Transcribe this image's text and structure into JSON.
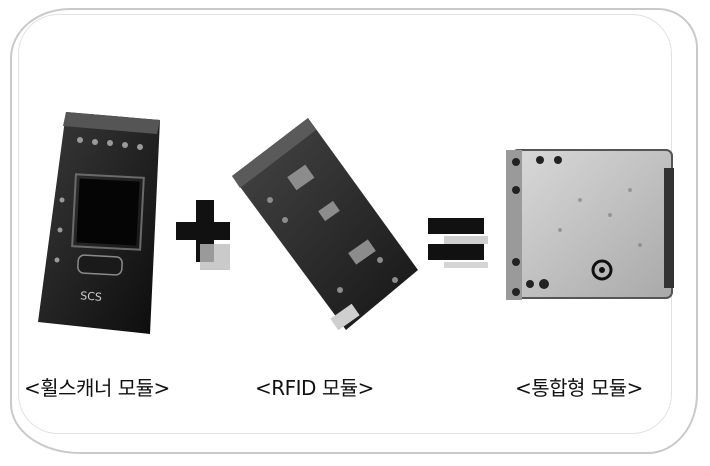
{
  "labels": {
    "wheel_scanner": "<휠스캐너 모듈>",
    "rfid": "<RFID 모듈>",
    "integrated": "<통합형 모듈>"
  },
  "operators": {
    "plus": "+",
    "equals": "="
  },
  "chip_text": {
    "wheel_board_marks": "SCS"
  }
}
